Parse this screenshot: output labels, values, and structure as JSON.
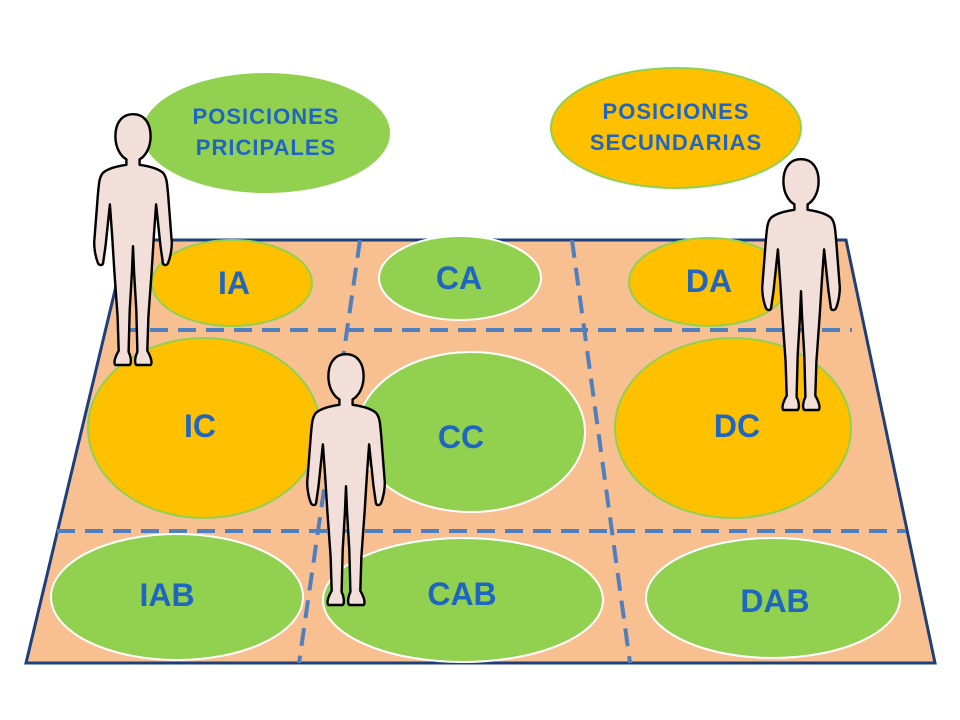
{
  "colors": {
    "field": "#f8c090",
    "field_border": "#1f3f78",
    "divider": "#4f7fbf",
    "primary": "#ffc000",
    "secondary": "#92d050",
    "text": "#1f66c1",
    "figure_fill": "#f3dfd9",
    "figure_stroke": "#000000"
  },
  "legend": {
    "primary": {
      "line1": "POSICIONES",
      "line2": "PRICIPALES",
      "color": "secondary"
    },
    "secondary": {
      "line1": "POSICIONES",
      "line2": "SECUNDARIAS",
      "color": "primary"
    }
  },
  "zones": {
    "ia": {
      "label": "IA",
      "kind": "primary"
    },
    "ca": {
      "label": "CA",
      "kind": "secondary"
    },
    "da": {
      "label": "DA",
      "kind": "primary"
    },
    "ic": {
      "label": "IC",
      "kind": "primary"
    },
    "cc": {
      "label": "CC",
      "kind": "secondary"
    },
    "dc": {
      "label": "DC",
      "kind": "primary"
    },
    "iab": {
      "label": "IAB",
      "kind": "secondary"
    },
    "cab": {
      "label": "CAB",
      "kind": "secondary"
    },
    "dab": {
      "label": "DAB",
      "kind": "secondary"
    }
  },
  "icons": [
    "player-figure-icon"
  ]
}
